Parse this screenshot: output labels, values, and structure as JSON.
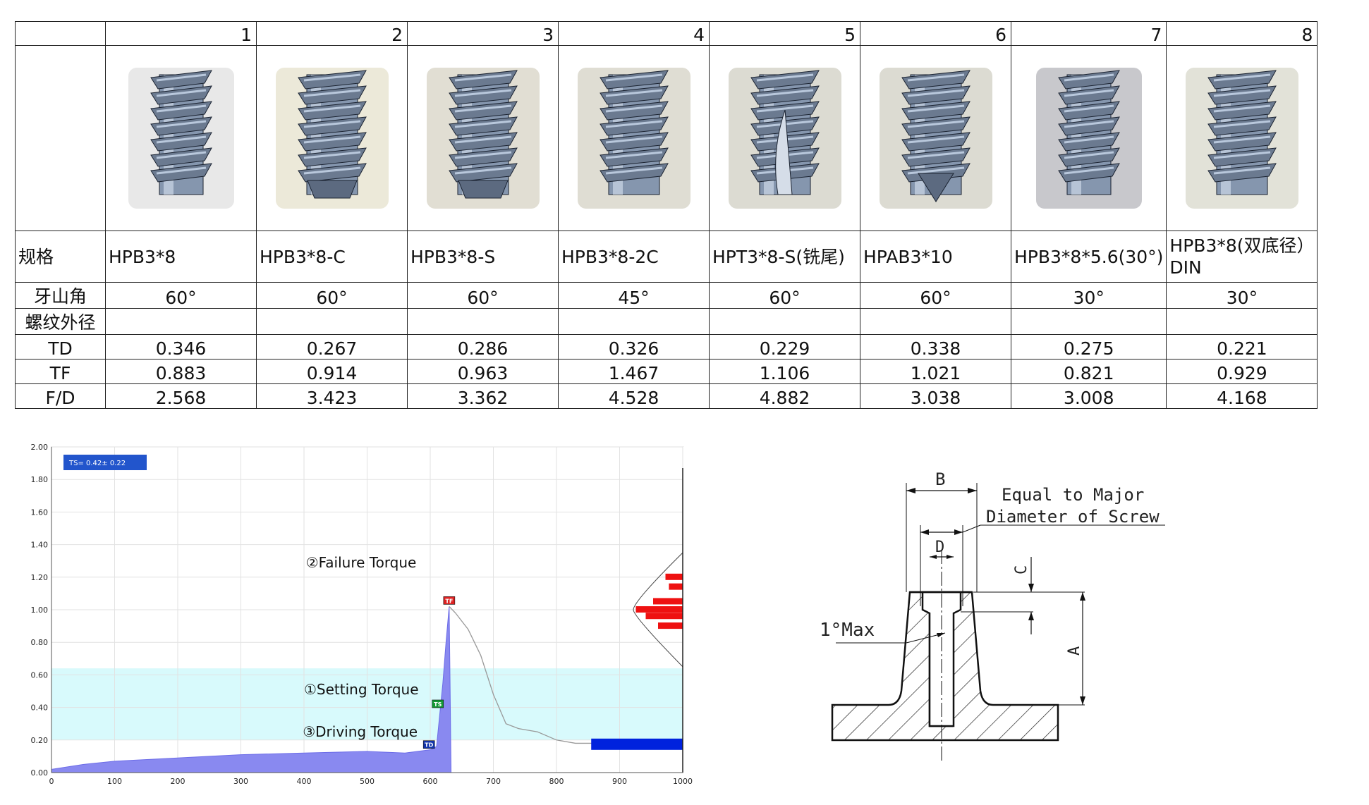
{
  "table": {
    "column_numbers": [
      "1",
      "2",
      "3",
      "4",
      "5",
      "6",
      "7",
      "8"
    ],
    "screw_images": [
      {
        "icon": "screw-icon",
        "bg": "#e8e8e8",
        "tip": "flat"
      },
      {
        "icon": "screw-icon",
        "bg": "#ece9d9",
        "tip": "taper"
      },
      {
        "icon": "screw-icon",
        "bg": "#e1ded3",
        "tip": "taper"
      },
      {
        "icon": "screw-icon",
        "bg": "#dfddd3",
        "tip": "twin"
      },
      {
        "icon": "screw-icon",
        "bg": "#dcdbd2",
        "tip": "mill"
      },
      {
        "icon": "screw-icon",
        "bg": "#dcdbd2",
        "tip": "point"
      },
      {
        "icon": "screw-icon",
        "bg": "#c8c8cc",
        "tip": "flat"
      },
      {
        "icon": "screw-icon",
        "bg": "#e2e2d8",
        "tip": "flat"
      }
    ],
    "rows": [
      {
        "label": "规格",
        "values": [
          "HPB3*8",
          "HPB3*8-C",
          "HPB3*8-S",
          "HPB3*8-2C",
          "HPT3*8-S(铣尾)",
          "HPAB3*10",
          "HPB3*8*5.6(30°)",
          "HPB3*8(双底径）DIN"
        ]
      },
      {
        "label": "牙山角",
        "values": [
          "60°",
          "60°",
          "60°",
          "45°",
          "60°",
          "60°",
          "30°",
          "30°"
        ]
      },
      {
        "label": "螺纹外径",
        "values": [
          "",
          "",
          "",
          "",
          "",
          "",
          "",
          ""
        ]
      },
      {
        "label": "TD",
        "values": [
          "0.346",
          "0.267",
          "0.286",
          "0.326",
          "0.229",
          "0.338",
          "0.275",
          "0.221"
        ]
      },
      {
        "label": "TF",
        "values": [
          "0.883",
          "0.914",
          "0.963",
          "1.467",
          "1.106",
          "1.021",
          "0.821",
          "0.929"
        ]
      },
      {
        "label": "F/D",
        "values": [
          "2.568",
          "3.423",
          "3.362",
          "4.528",
          "4.882",
          "3.038",
          "3.008",
          "4.168"
        ]
      }
    ]
  },
  "chart_data": {
    "type": "area",
    "x_ticks": [
      "0",
      "100",
      "200",
      "300",
      "400",
      "500",
      "600",
      "700",
      "800",
      "900",
      "1000"
    ],
    "y_ticks": [
      "0.00",
      "0.20",
      "0.40",
      "0.60",
      "0.80",
      "1.00",
      "1.20",
      "1.40",
      "1.60",
      "1.80",
      "2.00"
    ],
    "xlim": [
      0,
      1000
    ],
    "ylim": [
      0,
      2.0
    ],
    "ts_label": "TS= 0.42±  0.22",
    "band": [
      0.2,
      0.64
    ],
    "annotations": {
      "failure": "②Failure Torque",
      "setting": "①Setting Torque",
      "driving": "③Driving Torque"
    },
    "markers": {
      "tf": "TF",
      "ts": "TS",
      "td": "TD"
    },
    "filled_curve": [
      [
        0,
        0.02
      ],
      [
        50,
        0.05
      ],
      [
        100,
        0.07
      ],
      [
        200,
        0.09
      ],
      [
        300,
        0.11
      ],
      [
        400,
        0.12
      ],
      [
        500,
        0.13
      ],
      [
        560,
        0.12
      ],
      [
        600,
        0.14
      ],
      [
        610,
        0.16
      ],
      [
        620,
        0.55
      ],
      [
        625,
        0.8
      ],
      [
        630,
        1.02
      ],
      [
        633,
        0.0
      ]
    ],
    "line_curve": [
      [
        630,
        1.02
      ],
      [
        640,
        0.98
      ],
      [
        660,
        0.88
      ],
      [
        680,
        0.72
      ],
      [
        700,
        0.48
      ],
      [
        720,
        0.3
      ],
      [
        740,
        0.27
      ],
      [
        770,
        0.25
      ],
      [
        800,
        0.2
      ],
      [
        830,
        0.18
      ],
      [
        860,
        0.18
      ]
    ],
    "colors": {
      "fill": "#8989f0",
      "band": "#d8fafc",
      "line": "#999999",
      "red": "#ee1111",
      "blue": "#0022dd",
      "label_bg": "#2255cc"
    }
  },
  "drawing": {
    "label_b": "B",
    "label_d": "D",
    "label_c": "C",
    "label_a": "A",
    "note_line1": "Equal  to  Major",
    "note_line2": "Diameter  of  Screw",
    "angle_note": "1°Max"
  }
}
